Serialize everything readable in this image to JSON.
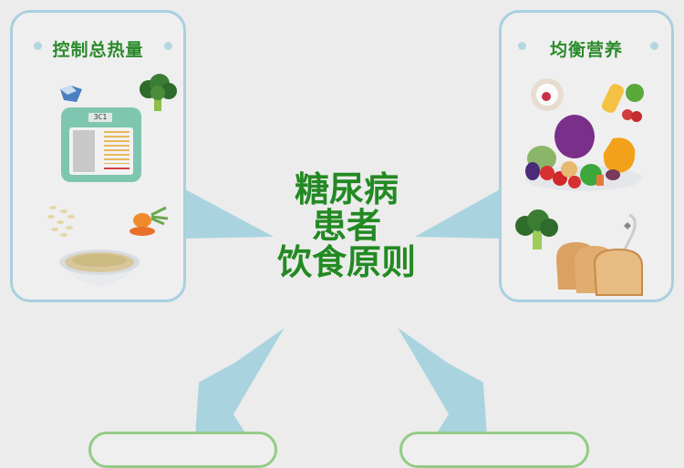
{
  "center": {
    "title_lines": [
      "糖尿病",
      "患者",
      "饮食原则"
    ]
  },
  "panels": {
    "left": {
      "title": "控制总热量",
      "scale_display": "3C1",
      "items": [
        "scale-icon",
        "broccoli-icon",
        "tissue-icon",
        "oat-grains-icon",
        "carrot-icon",
        "oatmeal-bowl-icon"
      ]
    },
    "right": {
      "title": "均衡营养",
      "items": [
        "yogurt-berry-icon",
        "juice-bottle-icon",
        "vegetable-plate-icon",
        "broccoli-icon",
        "bread-loaf-icon",
        "spoon-icon"
      ]
    }
  },
  "bottom_boxes": {
    "left": {
      "label": ""
    },
    "right": {
      "label": ""
    }
  },
  "colors": {
    "title_green": "#238a23",
    "panel_border": "#a9d0df",
    "arrow_blue": "#a9d4df",
    "bottom_border": "#94cc86",
    "background": "#ececec"
  }
}
